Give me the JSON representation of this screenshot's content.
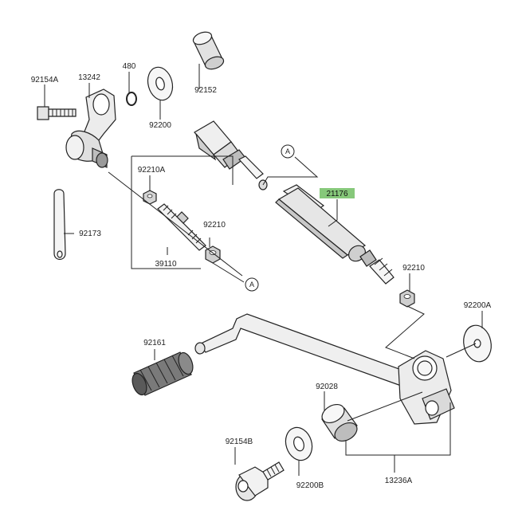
{
  "colors": {
    "highlight": "#86c87a",
    "line": "#222222",
    "part_light": "#f4f4f4",
    "part_mid": "#d9d9d9",
    "part_dark": "#9a9a9a"
  },
  "labels": {
    "p92154A": "92154A",
    "p13242": "13242",
    "p480": "480",
    "p92152": "92152",
    "p92200": "92200",
    "p92210A": "92210A",
    "p92173": "92173",
    "p92210_left": "92210",
    "p39110": "39110",
    "p21176": "21176",
    "p92210_right": "92210",
    "p92200A": "92200A",
    "p92161": "92161",
    "p92028": "92028",
    "p92154B": "92154B",
    "p92200B": "92200B",
    "p13236A": "13236A"
  },
  "callouts": {
    "a_top": "A",
    "a_bottom": "A"
  }
}
